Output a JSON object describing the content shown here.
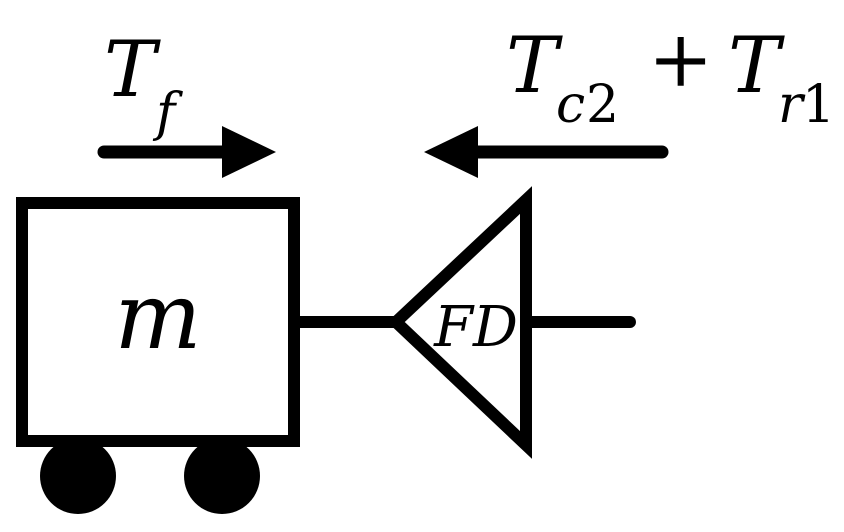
{
  "labels": {
    "tf_main": "T",
    "tf_sub": "f",
    "right_t1_main": "T",
    "right_t1_sub": "c",
    "right_t1_sub_num": "2",
    "plus": "+",
    "right_t2_main": "T",
    "right_t2_sub": "r",
    "right_t2_sub_num": "1",
    "mass": "m",
    "fd": "FD"
  },
  "colors": {
    "ink": "#000000",
    "background": "#ffffff"
  }
}
